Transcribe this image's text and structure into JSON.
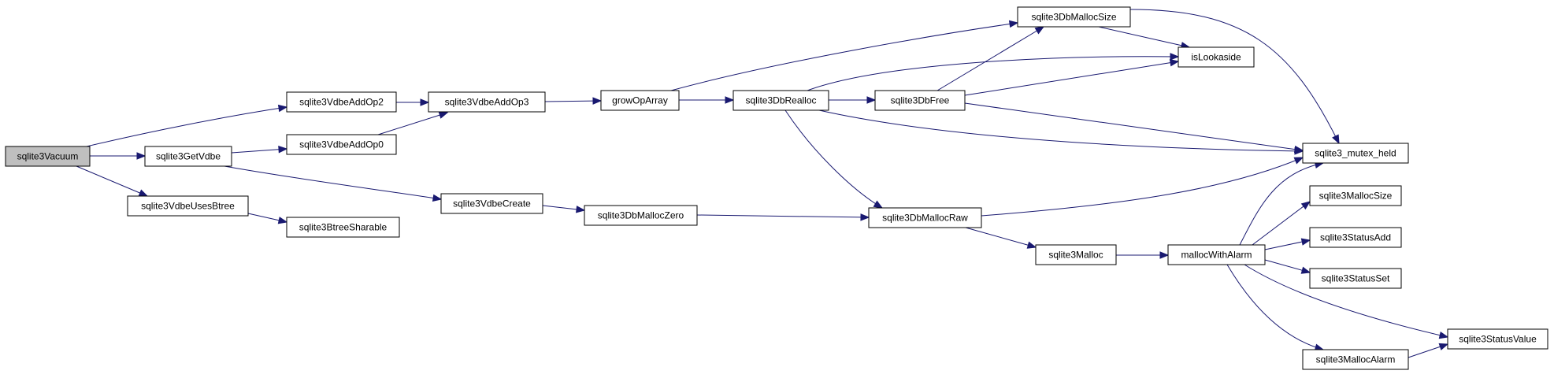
{
  "graph": {
    "nodes": [
      {
        "id": "sqlite3Vacuum",
        "label": "sqlite3Vacuum",
        "root": true
      },
      {
        "id": "sqlite3VdbeAddOp2",
        "label": "sqlite3VdbeAddOp2"
      },
      {
        "id": "sqlite3GetVdbe",
        "label": "sqlite3GetVdbe"
      },
      {
        "id": "sqlite3VdbeUsesBtree",
        "label": "sqlite3VdbeUsesBtree"
      },
      {
        "id": "sqlite3VdbeAddOp0",
        "label": "sqlite3VdbeAddOp0"
      },
      {
        "id": "sqlite3BtreeSharable",
        "label": "sqlite3BtreeSharable"
      },
      {
        "id": "sqlite3VdbeAddOp3",
        "label": "sqlite3VdbeAddOp3"
      },
      {
        "id": "sqlite3VdbeCreate",
        "label": "sqlite3VdbeCreate"
      },
      {
        "id": "growOpArray",
        "label": "growOpArray"
      },
      {
        "id": "sqlite3DbMallocZero",
        "label": "sqlite3DbMallocZero"
      },
      {
        "id": "sqlite3DbRealloc",
        "label": "sqlite3DbRealloc"
      },
      {
        "id": "sqlite3DbFree",
        "label": "sqlite3DbFree"
      },
      {
        "id": "sqlite3DbMallocSize",
        "label": "sqlite3DbMallocSize"
      },
      {
        "id": "sqlite3DbMallocRaw",
        "label": "sqlite3DbMallocRaw"
      },
      {
        "id": "isLookaside",
        "label": "isLookaside"
      },
      {
        "id": "sqlite3Malloc",
        "label": "sqlite3Malloc"
      },
      {
        "id": "mallocWithAlarm",
        "label": "mallocWithAlarm"
      },
      {
        "id": "sqlite3_mutex_held",
        "label": "sqlite3_mutex_held"
      },
      {
        "id": "sqlite3MallocSize",
        "label": "sqlite3MallocSize"
      },
      {
        "id": "sqlite3StatusAdd",
        "label": "sqlite3StatusAdd"
      },
      {
        "id": "sqlite3StatusSet",
        "label": "sqlite3StatusSet"
      },
      {
        "id": "sqlite3MallocAlarm",
        "label": "sqlite3MallocAlarm"
      },
      {
        "id": "sqlite3StatusValue",
        "label": "sqlite3StatusValue"
      }
    ],
    "edges": [
      [
        "sqlite3Vacuum",
        "sqlite3VdbeAddOp2"
      ],
      [
        "sqlite3Vacuum",
        "sqlite3GetVdbe"
      ],
      [
        "sqlite3Vacuum",
        "sqlite3VdbeUsesBtree"
      ],
      [
        "sqlite3VdbeAddOp2",
        "sqlite3VdbeAddOp3"
      ],
      [
        "sqlite3GetVdbe",
        "sqlite3VdbeAddOp0"
      ],
      [
        "sqlite3GetVdbe",
        "sqlite3VdbeCreate"
      ],
      [
        "sqlite3VdbeAddOp0",
        "sqlite3VdbeAddOp3"
      ],
      [
        "sqlite3VdbeUsesBtree",
        "sqlite3BtreeSharable"
      ],
      [
        "sqlite3VdbeAddOp3",
        "growOpArray"
      ],
      [
        "growOpArray",
        "sqlite3DbRealloc"
      ],
      [
        "growOpArray",
        "sqlite3DbMallocSize"
      ],
      [
        "sqlite3VdbeCreate",
        "sqlite3DbMallocZero"
      ],
      [
        "sqlite3DbMallocZero",
        "sqlite3DbMallocRaw"
      ],
      [
        "sqlite3DbRealloc",
        "sqlite3DbFree"
      ],
      [
        "sqlite3DbRealloc",
        "isLookaside"
      ],
      [
        "sqlite3DbRealloc",
        "sqlite3_mutex_held"
      ],
      [
        "sqlite3DbRealloc",
        "sqlite3DbMallocRaw"
      ],
      [
        "sqlite3DbFree",
        "sqlite3DbMallocSize"
      ],
      [
        "sqlite3DbFree",
        "isLookaside"
      ],
      [
        "sqlite3DbFree",
        "sqlite3_mutex_held"
      ],
      [
        "sqlite3DbMallocSize",
        "isLookaside"
      ],
      [
        "sqlite3DbMallocSize",
        "sqlite3_mutex_held"
      ],
      [
        "sqlite3DbMallocRaw",
        "sqlite3_mutex_held"
      ],
      [
        "sqlite3DbMallocRaw",
        "sqlite3Malloc"
      ],
      [
        "sqlite3Malloc",
        "mallocWithAlarm"
      ],
      [
        "mallocWithAlarm",
        "sqlite3_mutex_held"
      ],
      [
        "mallocWithAlarm",
        "sqlite3MallocSize"
      ],
      [
        "mallocWithAlarm",
        "sqlite3StatusAdd"
      ],
      [
        "mallocWithAlarm",
        "sqlite3StatusSet"
      ],
      [
        "mallocWithAlarm",
        "sqlite3StatusValue"
      ],
      [
        "mallocWithAlarm",
        "sqlite3MallocAlarm"
      ],
      [
        "sqlite3MallocAlarm",
        "sqlite3StatusValue"
      ]
    ]
  },
  "colors": {
    "edge": "#191970",
    "root_fill": "#bfbfbf",
    "node_fill": "#ffffff",
    "node_border": "#000000"
  }
}
